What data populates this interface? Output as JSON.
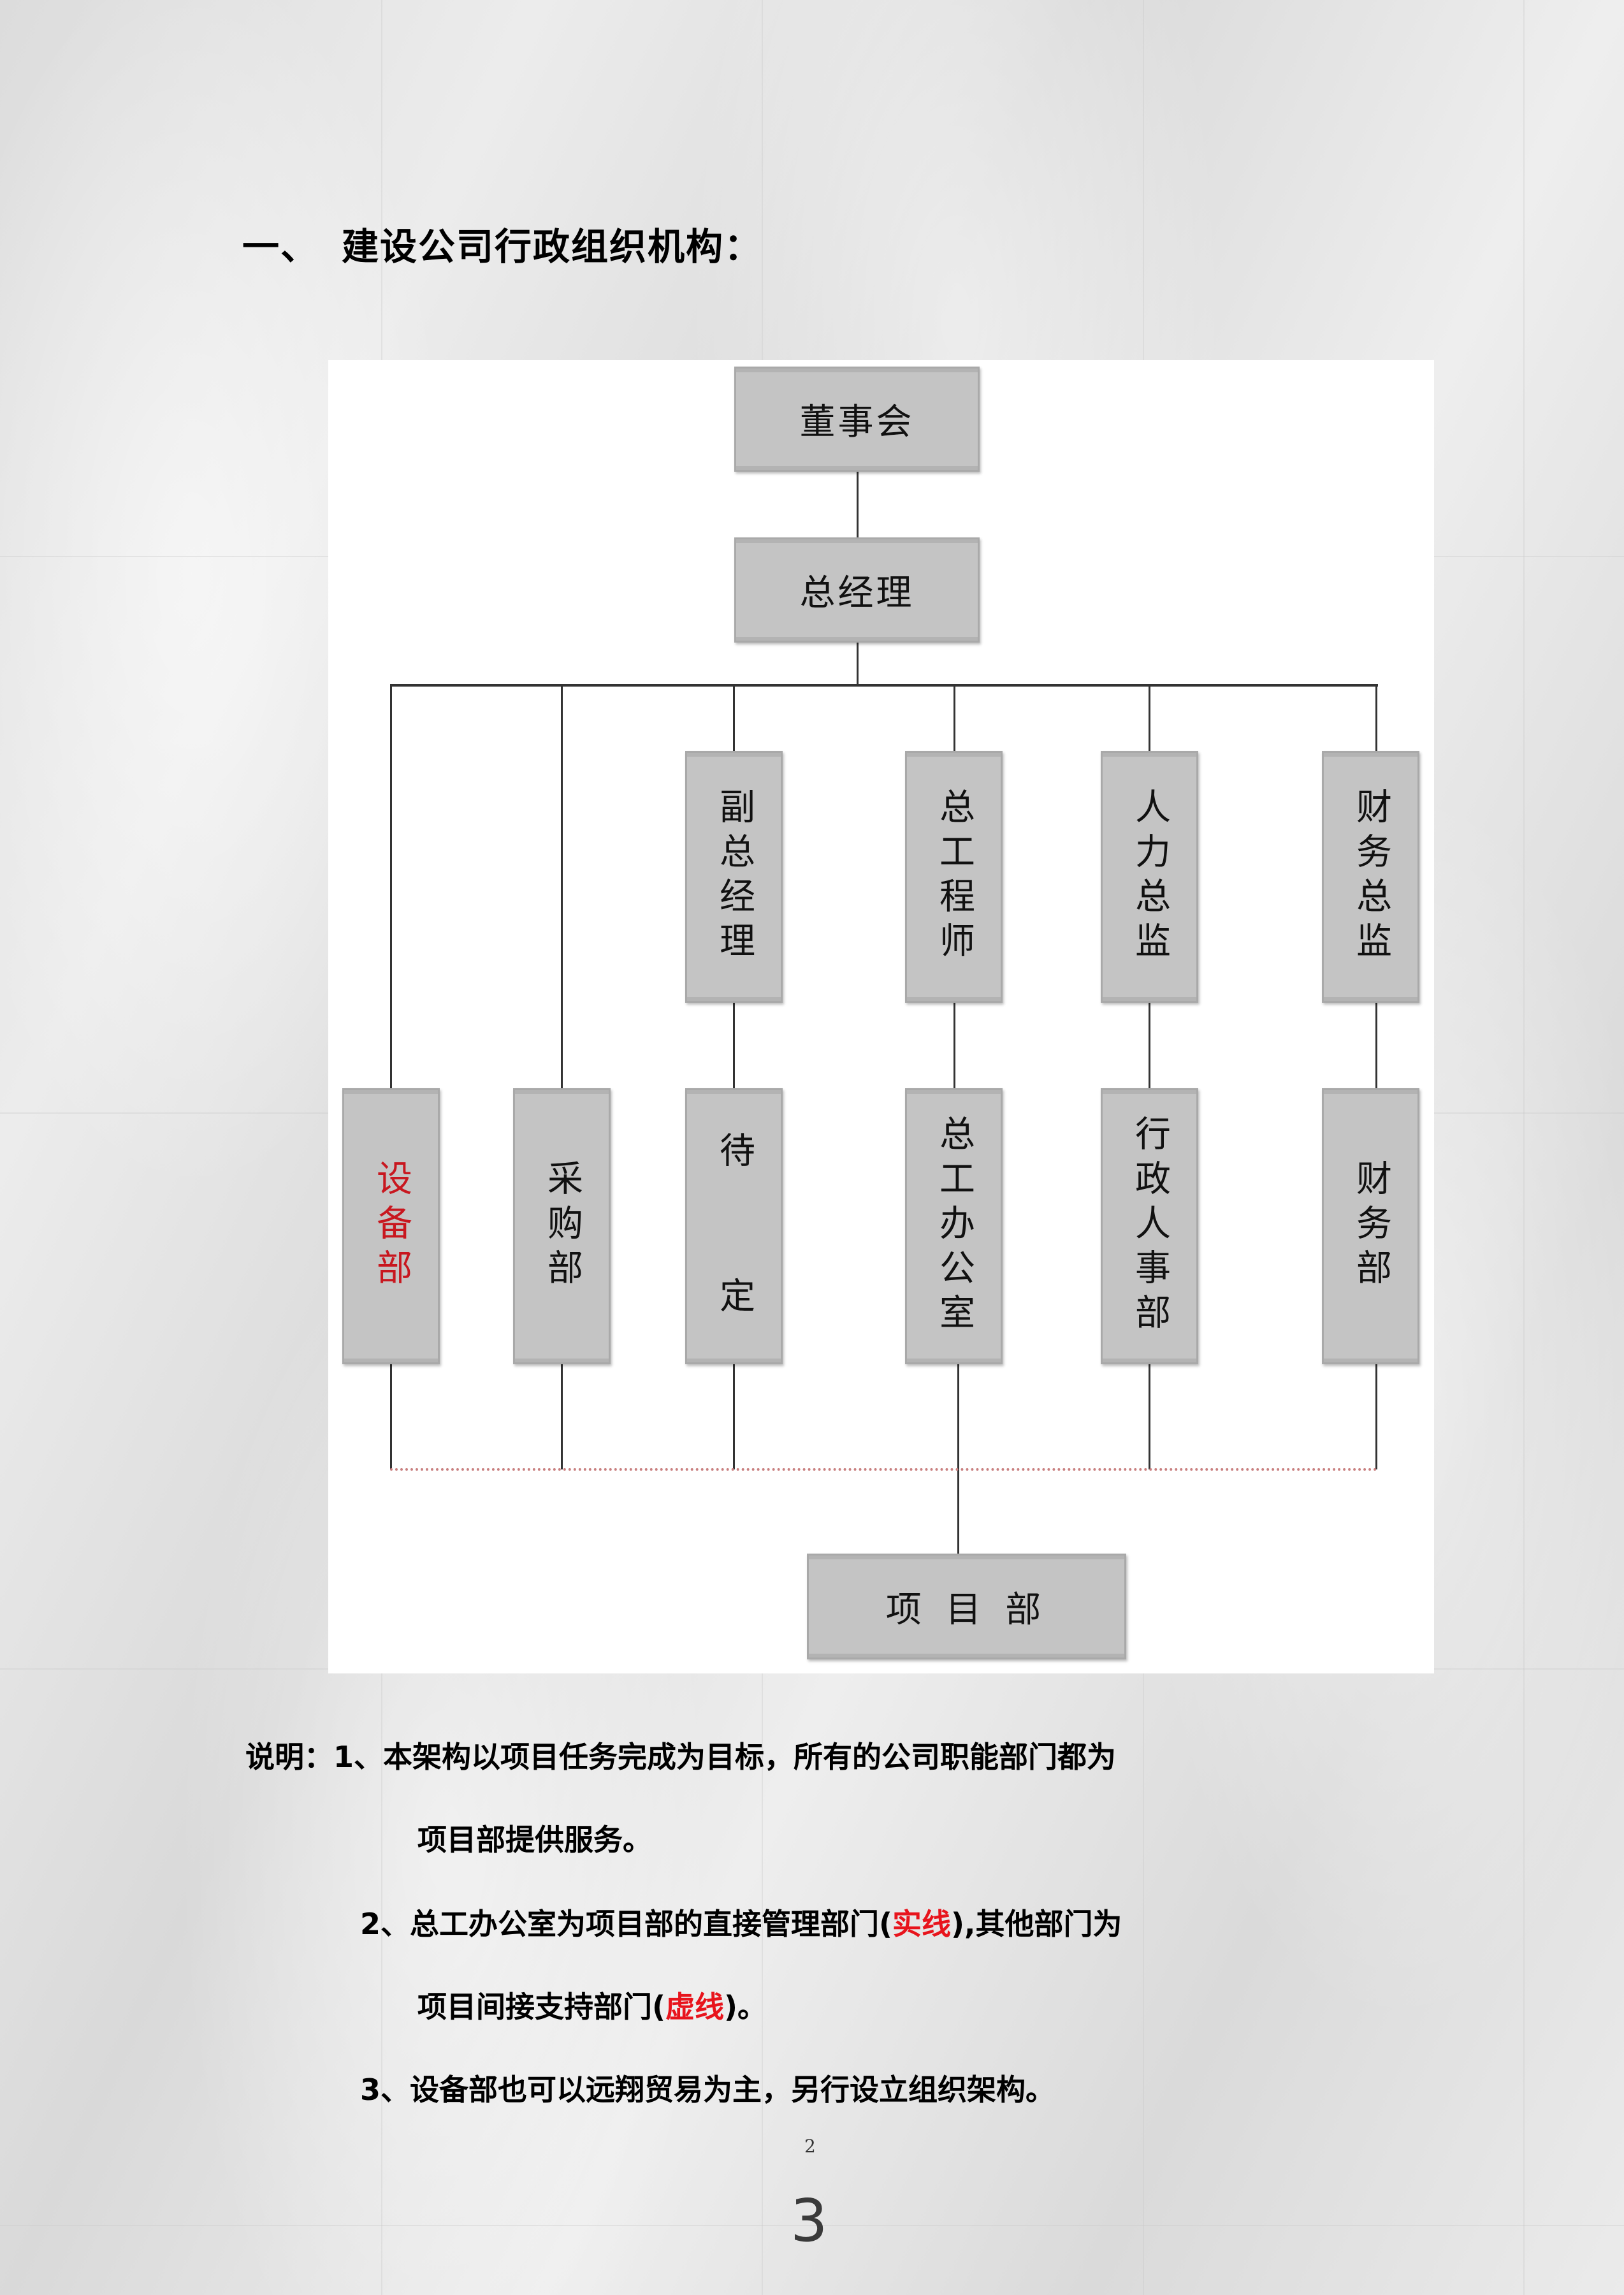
{
  "heading": {
    "number": "一、",
    "title": "建设公司行政组织机构："
  },
  "org_chart": {
    "top": [
      {
        "id": "board",
        "label": "董事会"
      },
      {
        "id": "general_manager",
        "label": "总经理"
      }
    ],
    "executives": [
      {
        "id": "deputy_gm",
        "label": "副总经理"
      },
      {
        "id": "chief_engineer",
        "label": "总工程师"
      },
      {
        "id": "hr_director",
        "label": "人力总监"
      },
      {
        "id": "finance_director",
        "label": "财务总监"
      }
    ],
    "departments": [
      {
        "id": "equipment",
        "label": "设备部",
        "color": "#c8171f"
      },
      {
        "id": "purchasing",
        "label": "采购部"
      },
      {
        "id": "tbd",
        "label": "待  定"
      },
      {
        "id": "chief_eng_office",
        "label": "总工办公室"
      },
      {
        "id": "admin_hr",
        "label": "行政人事部"
      },
      {
        "id": "finance",
        "label": "财务部"
      }
    ],
    "project": {
      "id": "project_dept",
      "label": "项 目 部"
    },
    "solid_link": "总工办公室 → 项目部",
    "dashed_link": "其他部门 → 项目部"
  },
  "notes": {
    "prefix": "说明：",
    "item1_line1": "1、本架构以项目任务完成为目标，所有的公司职能部门都为",
    "item1_line2": "项目部提供服务。",
    "item2_line1_a": "2、总工办公室为项目部的直接管理部门(",
    "item2_line1_red": "实线",
    "item2_line1_b": "),其他部门为",
    "item2_line2_a": "项目间接支持部门(",
    "item2_line2_red": "虚线",
    "item2_line2_b": ")。",
    "item3": "3、设备部也可以远翔贸易为主，另行设立组织架构。"
  },
  "footer": {
    "small_page_number": "2",
    "page_number": "3"
  },
  "colors": {
    "box_fill": "#c4c4c4",
    "accent_red": "#e8141c",
    "line": "#333333",
    "dashed": "#c98080"
  }
}
